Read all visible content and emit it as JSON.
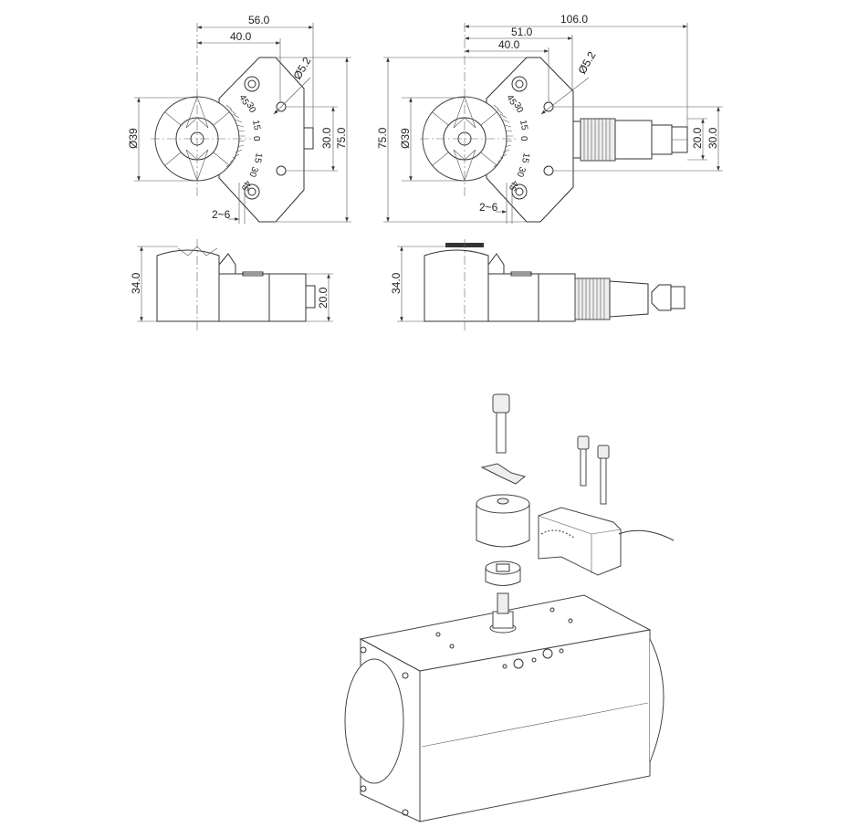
{
  "top_left": {
    "dims": {
      "overall_width": "56.0",
      "shaft_to_hole": "40.0",
      "dia_hole": "Ø5.2",
      "hole_spacing": "30.0",
      "height": "75.0",
      "dia_wheel": "Ø39",
      "gap": "2~6"
    },
    "scale": [
      "45",
      "30",
      "15",
      "0",
      "15",
      "30",
      "45"
    ]
  },
  "top_right": {
    "dims": {
      "overall_width": "106.0",
      "plate_width": "51.0",
      "shaft_to_hole": "40.0",
      "dia_hole": "Ø5.2",
      "height": "75.0",
      "dia_wheel": "Ø39",
      "gap": "2~6",
      "connector_height": "20.0",
      "hole_spacing": "30.0"
    },
    "scale": [
      "45",
      "30",
      "15",
      "0",
      "15",
      "30",
      "45"
    ]
  },
  "side_left": {
    "dims": {
      "height": "34.0",
      "block_height": "20.0"
    }
  },
  "side_right": {
    "dims": {
      "height": "34.0"
    }
  }
}
